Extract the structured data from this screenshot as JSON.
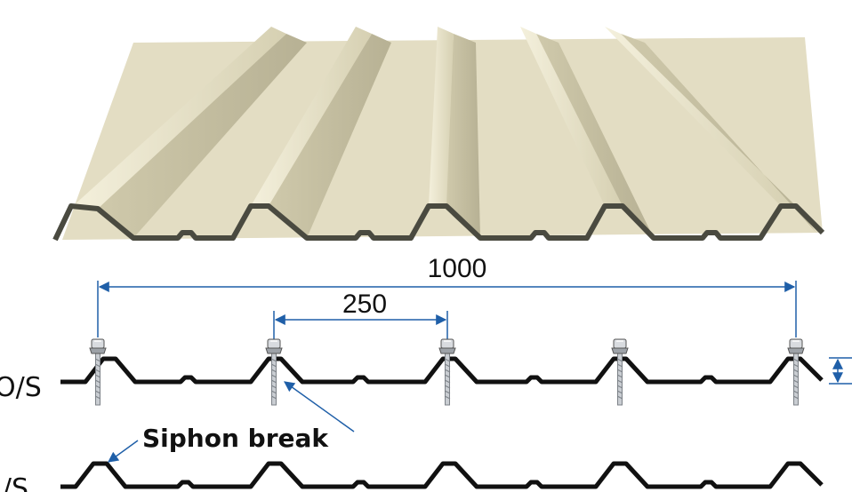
{
  "dimensions": {
    "total_width": "1000",
    "rib_pitch": "250"
  },
  "labels": {
    "outer_side": "O/S",
    "inner_side": "I/S",
    "siphon_break": "Siphon break"
  },
  "colors": {
    "sheet_light": "#e9e4cc",
    "sheet_mid": "#d9d3b6",
    "sheet_dark": "#b9b397",
    "sheet_edge": "#4a4a40",
    "dimension_line": "#1f5fa8",
    "profile_line": "#111111",
    "screw_metal": "#c9cdd2"
  },
  "icons": {
    "fixing": "roofing-screw-icon",
    "arrow": "arrow-icon"
  }
}
